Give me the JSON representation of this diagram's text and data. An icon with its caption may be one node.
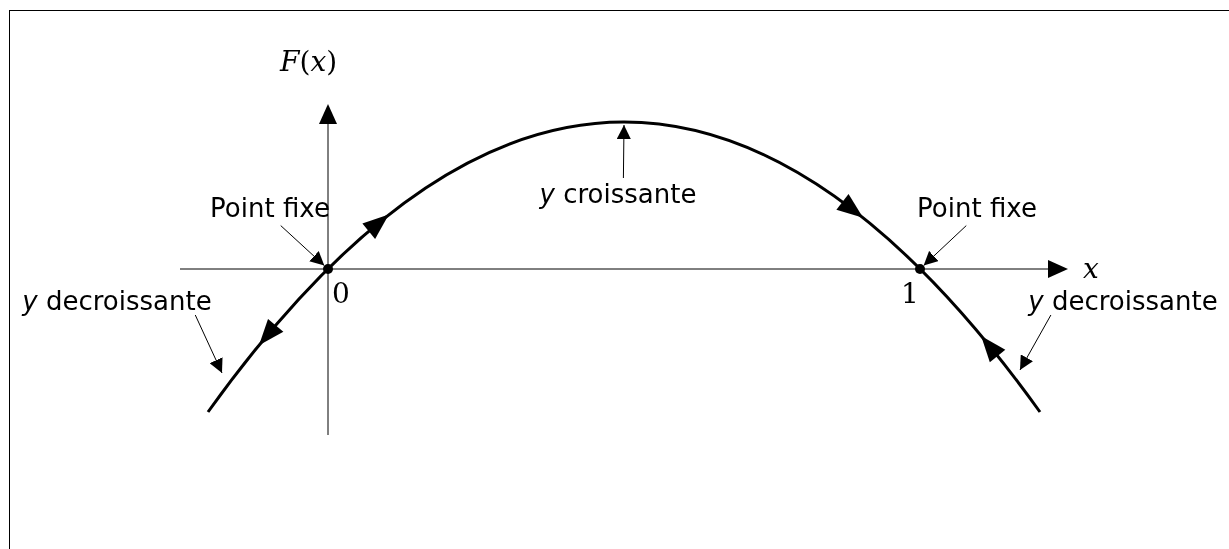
{
  "diagram": {
    "nodes": [
      {
        "text": [
          "Point fixe"
        ]
      },
      {
        "text": [],
        "shape": "circle"
      },
      {
        "text": [
          "*y* croissante"
        ]
      },
      {
        "text": [
          "Point fixe"
        ]
      },
      {
        "text": [],
        "shape": "circle"
      },
      {
        "text": [
          "*y* decroissante"
        ]
      },
      {
        "text": [
          "*y* decroissante"
        ]
      }
    ],
    "edges": [
      {
        "from": 0,
        "to": 1,
        "arrow": "to"
      },
      {
        "from": 2,
        "to": null,
        "arrow": "to"
      },
      {
        "from": 3,
        "to": 4,
        "arrow": "to"
      },
      {
        "from": 5,
        "to": null,
        "arrow": "to"
      },
      {
        "from": 6,
        "to": null,
        "arrow": "to"
      }
    ],
    "labels": [
      "*F*(*x*)",
      "*x*",
      "0",
      "1"
    ]
  }
}
